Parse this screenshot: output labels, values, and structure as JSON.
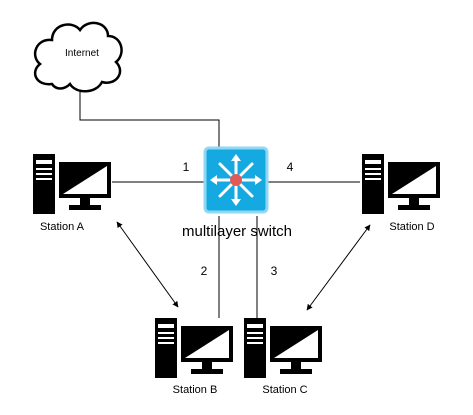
{
  "internet": {
    "label": "Internet"
  },
  "switch": {
    "label": "multilayer switch",
    "colors": {
      "fill": "#14a9e0",
      "border": "#8fd7f2",
      "center": "#e05a5a"
    }
  },
  "stations": [
    {
      "id": "a",
      "label": "Station A"
    },
    {
      "id": "b",
      "label": "Station B"
    },
    {
      "id": "c",
      "label": "Station C"
    },
    {
      "id": "d",
      "label": "Station D"
    }
  ],
  "ports": [
    {
      "label": "1"
    },
    {
      "label": "2"
    },
    {
      "label": "3"
    },
    {
      "label": "4"
    }
  ]
}
